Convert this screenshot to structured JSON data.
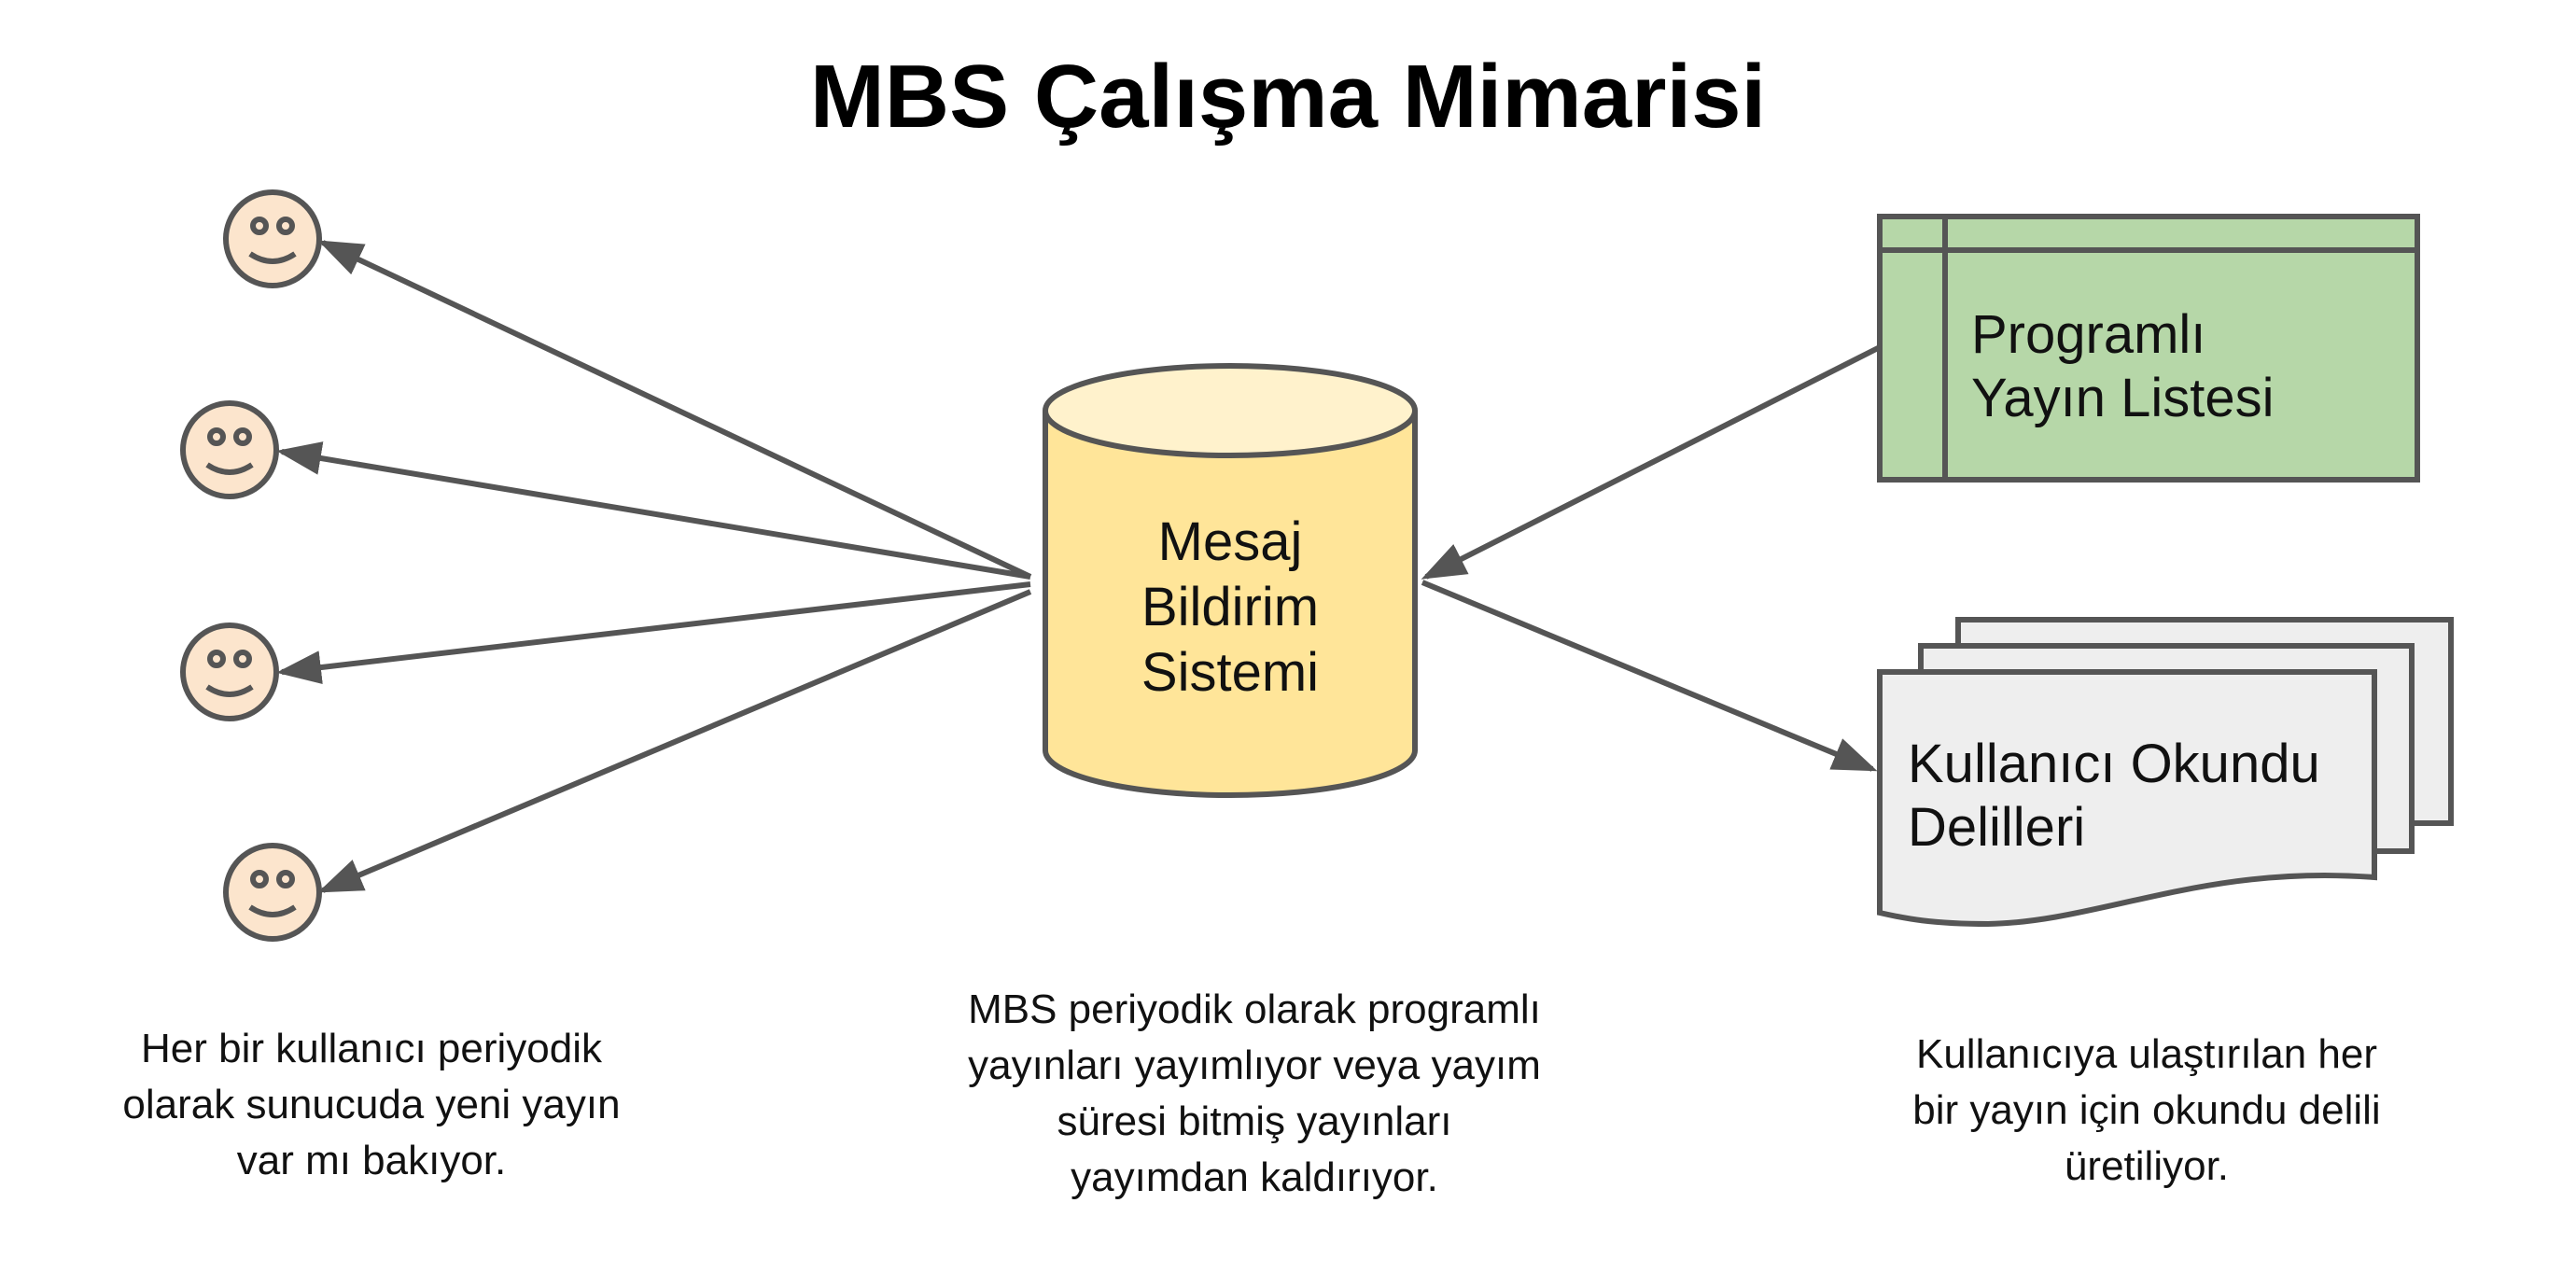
{
  "title": "MBS Çalışma Mimarisi",
  "colors": {
    "face_fill": "#fce5cd",
    "cylinder_fill": "#ffe599",
    "cylinder_top_fill": "#fff2cc",
    "list_fill": "#b6d7a8",
    "doc_fill": "#eeeeee",
    "stroke": "#555555"
  },
  "nodes": {
    "users": [
      {
        "icon": "smiley-face-icon"
      },
      {
        "icon": "smiley-face-icon"
      },
      {
        "icon": "smiley-face-icon"
      },
      {
        "icon": "smiley-face-icon"
      }
    ],
    "core": {
      "icon": "database-cylinder-icon",
      "lines": [
        "Mesaj",
        "Bildirim",
        "Sistemi"
      ]
    },
    "schedule_list": {
      "icon": "table-icon",
      "lines": [
        "Programlı",
        "Yayın Listesi"
      ]
    },
    "read_receipts": {
      "icon": "multiple-documents-icon",
      "lines": [
        "Kullanıcı Okundu",
        "Delilleri"
      ]
    }
  },
  "captions": {
    "users": [
      "Her bir kullanıcı periyodik",
      "olarak sunucuda yeni yayın",
      "var mı bakıyor."
    ],
    "core": [
      "MBS periyodik olarak programlı",
      "yayınları yayımlıyor veya yayım",
      "süresi bitmiş yayınları",
      "yayımdan kaldırıyor."
    ],
    "receipts": [
      "Kullanıcıya ulaştırılan her",
      "bir yayın için okundu delili",
      "üretiliyor."
    ]
  },
  "edges": [
    {
      "from": "core",
      "to": "user-1"
    },
    {
      "from": "core",
      "to": "user-2"
    },
    {
      "from": "core",
      "to": "user-3"
    },
    {
      "from": "core",
      "to": "user-4"
    },
    {
      "from": "schedule_list",
      "to": "core"
    },
    {
      "from": "core",
      "to": "read_receipts"
    }
  ]
}
